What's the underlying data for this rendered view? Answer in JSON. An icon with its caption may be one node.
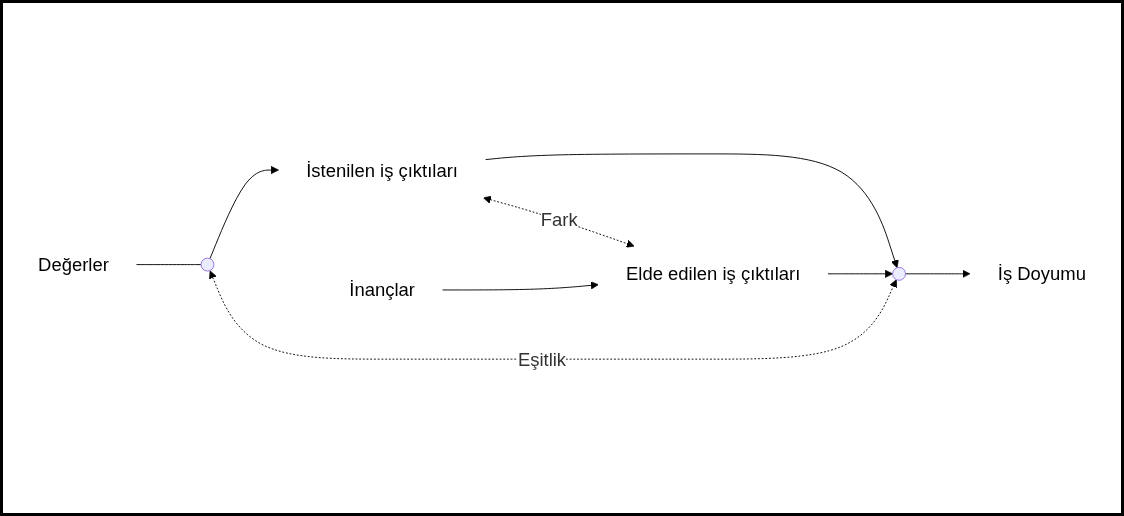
{
  "diagram": {
    "nodes": [
      {
        "text": [
          "Değerler"
        ]
      },
      {
        "text": [],
        "shape": "circle"
      },
      {
        "text": [
          "İstenilen iş çıktıları"
        ]
      },
      {
        "text": [],
        "shape": "circle"
      },
      {
        "text": [
          "İş Doyumu"
        ]
      },
      {
        "text": [
          "İnançlar"
        ]
      },
      {
        "text": [
          "Elde edilen iş çıktıları"
        ]
      }
    ],
    "edges": [
      {
        "from": 0,
        "to": 1,
        "arrow": "none"
      },
      {
        "from": 1,
        "to": 2,
        "arrow": "to"
      },
      {
        "from": 2,
        "to": 3,
        "arrow": "to"
      },
      {
        "from": 6,
        "to": 3,
        "arrow": "to"
      },
      {
        "from": 3,
        "to": 4,
        "arrow": "to"
      },
      {
        "from": 5,
        "to": 6,
        "arrow": "to"
      },
      {
        "from": 2,
        "to": 6,
        "arrow": "both",
        "style": "dashed",
        "label": "Fark"
      },
      {
        "from": 1,
        "to": 3,
        "arrow": "both",
        "style": "dashed",
        "label": "Eşitlik"
      }
    ]
  }
}
